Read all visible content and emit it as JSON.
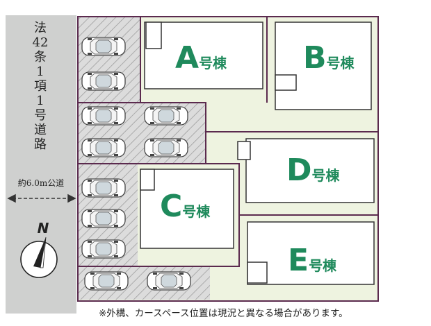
{
  "road": {
    "label_chars": [
      "法",
      "42",
      "条",
      "1",
      "項",
      "1",
      "号",
      "道",
      "路"
    ],
    "width_label": "約6.0m公道"
  },
  "compass": {
    "letter": "N"
  },
  "units": [
    {
      "id": "A",
      "letter": "A",
      "suffix": "号棟"
    },
    {
      "id": "B",
      "letter": "B",
      "suffix": "号棟"
    },
    {
      "id": "C",
      "letter": "C",
      "suffix": "号棟"
    },
    {
      "id": "D",
      "letter": "D",
      "suffix": "号棟"
    },
    {
      "id": "E",
      "letter": "E",
      "suffix": "号棟"
    }
  ],
  "note": "※外構、カースペース位置は現況と異なる場合があります。",
  "colors": {
    "road": "#cfd0cf",
    "lot_green": "#eef3e0",
    "parking_gray": "#d9d9d9",
    "boundary": "#5b2a4e",
    "unit_text": "#1f8a5c"
  }
}
